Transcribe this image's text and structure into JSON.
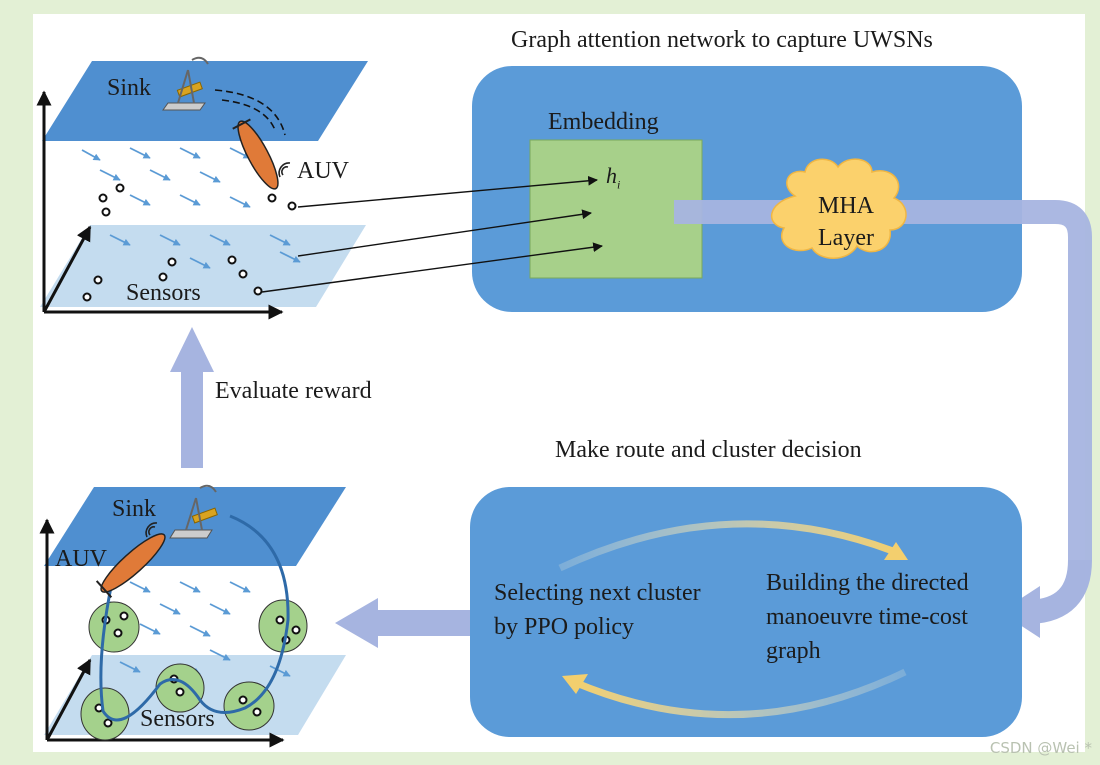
{
  "top_right": {
    "title": "Graph attention network to capture UWSNs",
    "embedding_label": "Embedding",
    "node_feature_label": "h",
    "node_feature_subscript": "i",
    "mha_line1": "MHA",
    "mha_line2": "Layer"
  },
  "top_left": {
    "sink_label": "Sink",
    "auv_label": "AUV",
    "sensors_label": "Sensors"
  },
  "left_arrow": {
    "label": "Evaluate reward"
  },
  "bottom_right": {
    "title": "Make route and cluster decision",
    "select_line1": "Selecting next cluster",
    "select_line2": "by PPO policy",
    "build_line1": "Building the directed",
    "build_line2": "manoeuvre time-cost",
    "build_line3": "graph"
  },
  "bottom_left": {
    "sink_label": "Sink",
    "auv_label": "AUV",
    "sensors_label": "Sensors"
  },
  "watermark": "CSDN @Wei *",
  "colors": {
    "panel_blue": "#5b9bd8",
    "embedding_green": "#a7d08a",
    "cloud_yellow": "#fbd16c",
    "flow_arrow": "#a6b4e0",
    "sea_surface": "#4f8fd0",
    "current_arrow": "#5b9bd5",
    "cluster_green": "#a4d18c",
    "auv_orange": "#e07a38",
    "sink_gold": "#d9a320"
  }
}
